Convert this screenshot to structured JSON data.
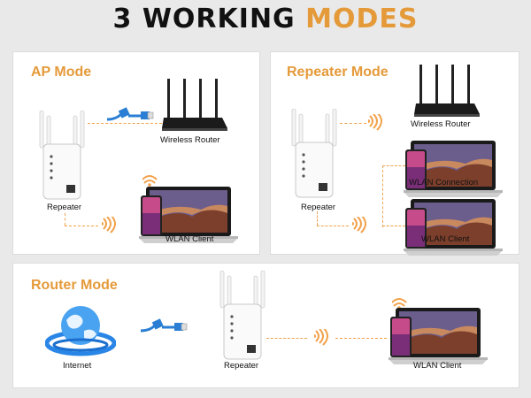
{
  "header": {
    "title_part1": "3 WORKING",
    "title_part2": "MODES"
  },
  "colors": {
    "accent": "#e59a3a",
    "dash": "#f2a14a",
    "cable": "#2a7fd4"
  },
  "ap_mode": {
    "title": "AP Mode",
    "wireless_router": "Wireless Router",
    "repeater": "Repeater",
    "wlan_client": "WLAN Client"
  },
  "repeater_mode": {
    "title": "Repeater Mode",
    "wireless_router": "Wireless Router",
    "wlan_connection": "WLAN Connection",
    "repeater": "Repeater",
    "wlan_client": "WLAN Client"
  },
  "router_mode": {
    "title": "Router Mode",
    "internet": "Internet",
    "repeater": "Repeater",
    "wlan_client": "WLAN Client"
  },
  "icons": [
    "wifi-repeater-icon",
    "wireless-router-icon",
    "laptop-icon",
    "ethernet-cable-icon",
    "wifi-signal-icon",
    "internet-globe-icon"
  ]
}
